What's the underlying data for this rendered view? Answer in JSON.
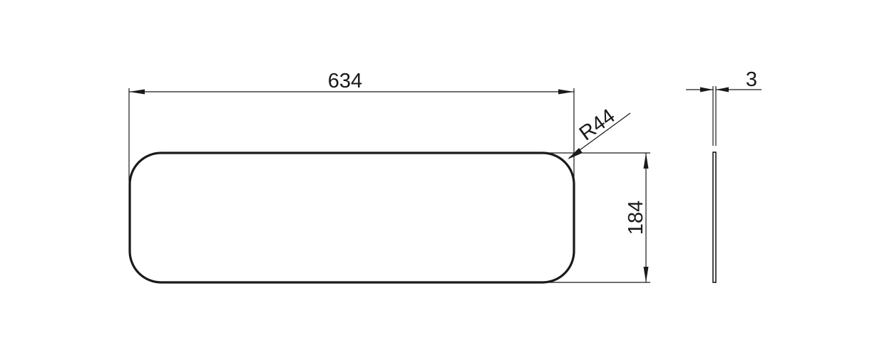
{
  "dimensions": {
    "width_label": "634",
    "height_label": "184",
    "radius_label": "R44",
    "thickness_label": "3"
  }
}
